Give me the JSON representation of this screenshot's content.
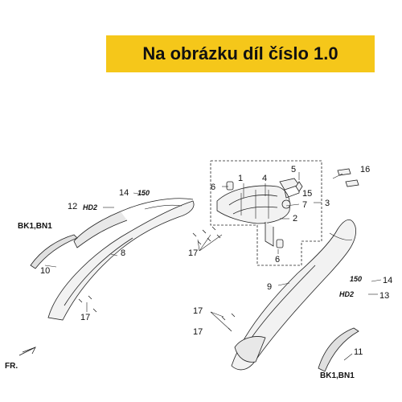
{
  "banner": {
    "text": "Na obrázku díl číslo 1.0"
  },
  "callouts": {
    "n1": "1",
    "n2": "2",
    "n3": "3",
    "n4": "4",
    "n5": "5",
    "n6a": "6",
    "n6b": "6",
    "n7": "7",
    "n8": "8",
    "n9": "9",
    "n10": "10",
    "n11": "11",
    "n12": "12",
    "n13": "13",
    "n14a": "14",
    "n14b": "14",
    "n15": "15",
    "n16": "16",
    "n17a": "17",
    "n17b": "17",
    "n17c": "17",
    "n17d": "17"
  },
  "labels": {
    "bk_left": "BK1,BN1",
    "bk_right": "BK1,BN1",
    "front": "FR."
  },
  "colors": {
    "banner": "#f5c71a",
    "line": "#222222",
    "panel_fill": "#f2f2f2",
    "panel_shade": "#9a9a9a"
  }
}
